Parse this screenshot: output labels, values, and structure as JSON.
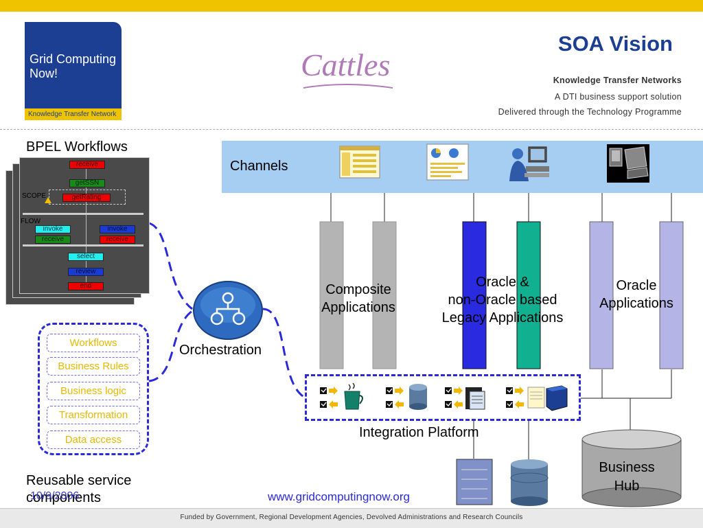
{
  "header": {
    "logo_line1": "Grid Computing",
    "logo_line2": "Now!",
    "logo_strip": "Knowledge Transfer Network",
    "partner_logo": "Cattles",
    "title": "SOA Vision",
    "ktn_line1": "Knowledge Transfer Networks",
    "ktn_line2": "A DTI business support solution",
    "ktn_line3": "Delivered through the Technology Programme"
  },
  "bpel": {
    "title": "BPEL Workflows",
    "scope_label": "SCOPE",
    "flow_label": "FLOW",
    "steps": {
      "receive": "receive",
      "getSSN": "getSSN",
      "getRating": "getRating",
      "invoke": "invoke",
      "select": "select",
      "review": "review",
      "end": "end"
    }
  },
  "reusable": {
    "items": [
      "Workflows",
      "Business Rules",
      "Business logic",
      "Transformation",
      "Data access"
    ],
    "label": "Reusable service components"
  },
  "orchestration": {
    "label": "Orchestration"
  },
  "channels": {
    "label": "Channels"
  },
  "columns": {
    "composite": "Composite Applications",
    "legacy_line1": "Oracle &",
    "legacy_line2": "non-Oracle based",
    "legacy_line3": "Legacy Applications",
    "oracle_line1": "Oracle",
    "oracle_line2": "Applications"
  },
  "integration": {
    "label": "Integration Platform"
  },
  "hub": {
    "line1": "Business",
    "line2": "Hub"
  },
  "footer": {
    "date": "10/9/2006",
    "url": "www.gridcomputingnow.org",
    "funded": "Funded by Government, Regional Development Agencies, Devolved Administrations and Research Councils"
  },
  "colors": {
    "accent_yellow": "#efc300",
    "brand_blue": "#1c3f94",
    "dash_blue": "#2a2ad9",
    "channel_band": "#a6cdf2",
    "column_gray": "#b4b4b4",
    "column_blue": "#2a2ae0",
    "column_teal": "#10b090",
    "column_lavender": "#b4b4e6"
  },
  "icons": [
    "web-page-icon",
    "report-page-icon",
    "user-at-computer-icon",
    "laptop-device-icon",
    "java-cup-icon",
    "database-icon",
    "document-server-icon",
    "cube-server-icon"
  ]
}
